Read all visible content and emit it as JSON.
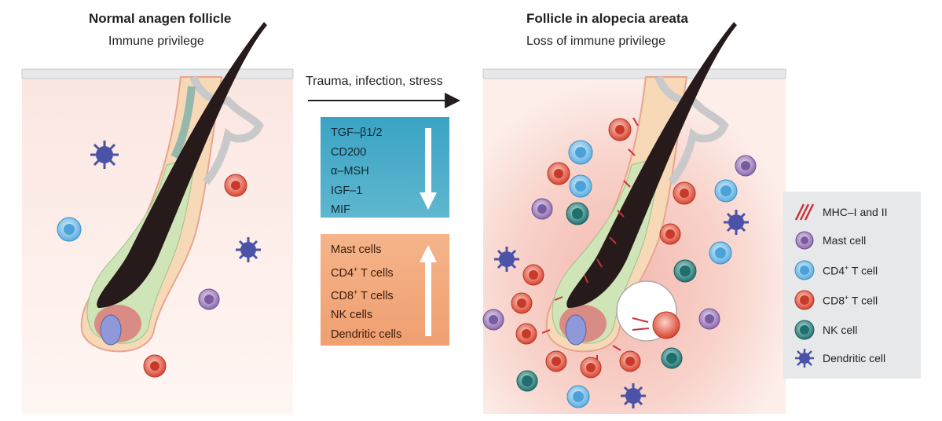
{
  "left_panel": {
    "title": "Normal anagen follicle",
    "subtitle": "Immune privilege"
  },
  "right_panel": {
    "title": "Follicle in alopecia areata",
    "subtitle": "Loss of immune privilege"
  },
  "transition_arrow": {
    "label": "Trauma, infection, stress"
  },
  "decreased_box": {
    "direction": "down",
    "color": "#3aa3c4",
    "items": [
      "TGF–β1/2",
      "CD200",
      "α–MSH",
      "IGF–1",
      "MIF"
    ]
  },
  "increased_box": {
    "direction": "up",
    "color": "#ef9f70",
    "items_plain": [
      "Mast cells",
      "NK cells",
      "Dendritic cells"
    ],
    "cd4_prefix": "CD4",
    "cd4_suffix": " T cells",
    "cd8_prefix": "CD8",
    "cd8_suffix": " T cells",
    "superscript": "+"
  },
  "legend": {
    "mhc": "MHC–I and II",
    "mast": "Mast cell",
    "cd4_prefix": "CD4",
    "cd4_suffix": " T cell",
    "cd8_prefix": "CD8",
    "cd8_suffix": " T cell",
    "nk": "NK cell",
    "dendritic": "Dendritic cell",
    "superscript": "+"
  },
  "colors": {
    "mast_cell": "#9b7ab8",
    "cd4_t_cell": "#6fb8e0",
    "cd8_t_cell": "#e2543e",
    "nk_cell": "#2f8c8a",
    "dendritic_cell": "#4a53a8",
    "mhc": "#c8323c"
  }
}
